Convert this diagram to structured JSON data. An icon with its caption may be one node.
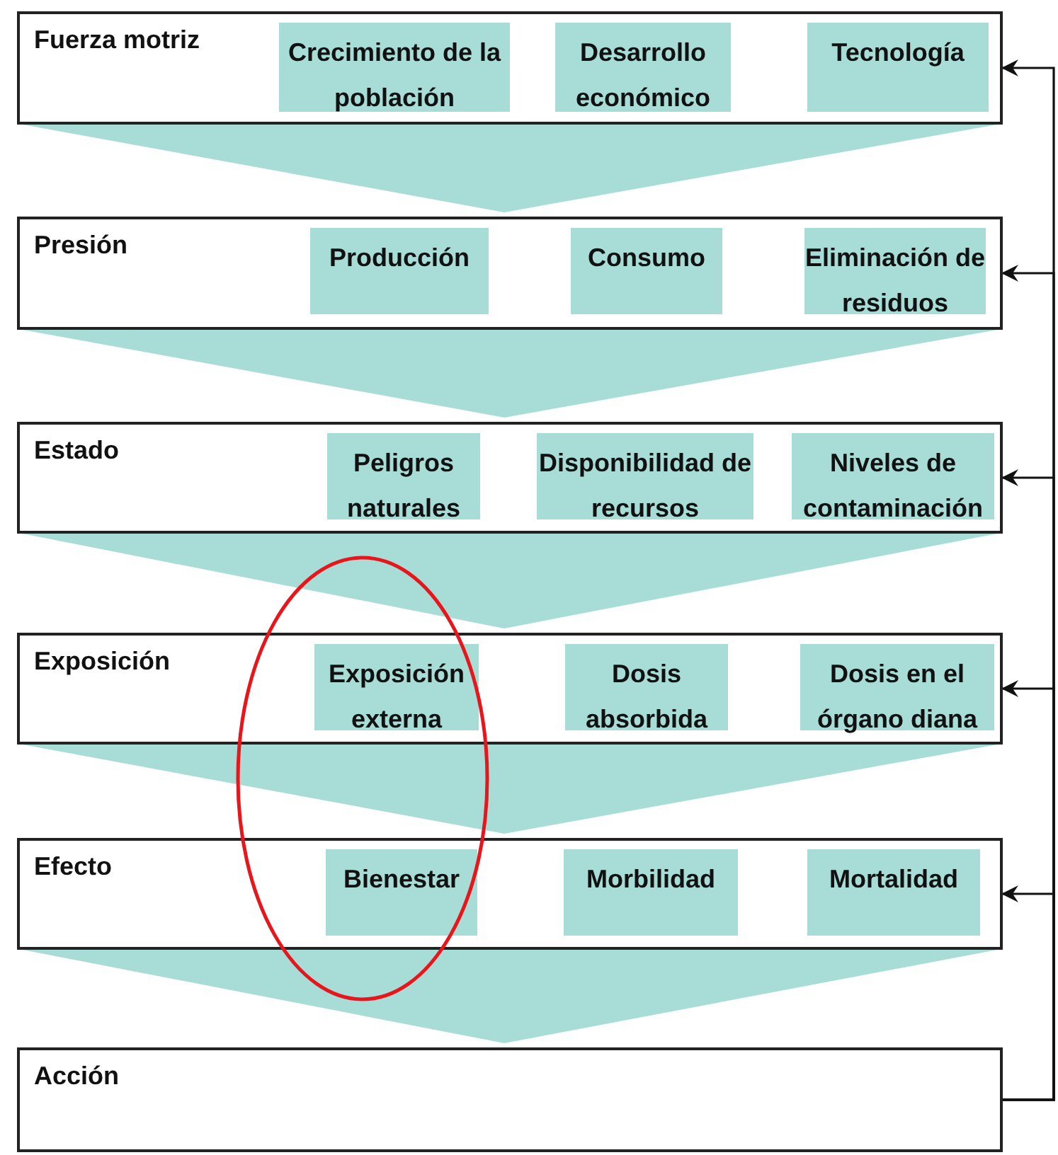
{
  "diagram": {
    "nodes": [
      {
        "text": [
          "Fuerza motriz"
        ]
      },
      {
        "text": [
          "Crecimiento de la población"
        ],
        "in": 0
      },
      {
        "text": [
          "Desarrollo económico"
        ],
        "in": 0
      },
      {
        "text": [
          "Tecnología"
        ],
        "in": 0
      },
      {
        "text": [
          "Presión"
        ]
      },
      {
        "text": [
          "Producción"
        ],
        "in": 4
      },
      {
        "text": [
          "Consumo"
        ],
        "in": 4
      },
      {
        "text": [
          "Eliminación de residuos"
        ],
        "in": 4
      },
      {
        "text": [
          "Estado"
        ]
      },
      {
        "text": [
          "Peligros naturales"
        ],
        "in": 8
      },
      {
        "text": [
          "Disponibilidad de recursos"
        ],
        "in": 8
      },
      {
        "text": [
          "Niveles de contaminación"
        ],
        "in": 8
      },
      {
        "text": [
          "Exposición"
        ]
      },
      {
        "text": [
          "Exposición externa"
        ],
        "in": 12
      },
      {
        "text": [
          "Dosis absorbida"
        ],
        "in": 12
      },
      {
        "text": [
          "Dosis en el órgano diana"
        ],
        "in": 12
      },
      {
        "text": [
          "Efecto"
        ]
      },
      {
        "text": [
          "Bienestar"
        ],
        "in": 16
      },
      {
        "text": [
          "Morbilidad"
        ],
        "in": 16
      },
      {
        "text": [
          "Mortalidad"
        ],
        "in": 16
      },
      {
        "text": [
          "Acción"
        ]
      }
    ],
    "edges": [
      {
        "from": 0,
        "to": 4,
        "arrow": "to",
        "style": "thick"
      },
      {
        "from": 4,
        "to": 8,
        "arrow": "to",
        "style": "thick"
      },
      {
        "from": 8,
        "to": 12,
        "arrow": "to",
        "style": "thick"
      },
      {
        "from": 12,
        "to": 16,
        "arrow": "to",
        "style": "thick"
      },
      {
        "from": 16,
        "to": 20,
        "arrow": "to",
        "style": "thick"
      },
      {
        "from": 20,
        "to": 0,
        "arrow": "to"
      },
      {
        "from": 20,
        "to": 4,
        "arrow": "to"
      },
      {
        "from": 20,
        "to": 8,
        "arrow": "to"
      },
      {
        "from": 20,
        "to": 12,
        "arrow": "to"
      },
      {
        "from": 20,
        "to": 16,
        "arrow": "to"
      }
    ]
  }
}
